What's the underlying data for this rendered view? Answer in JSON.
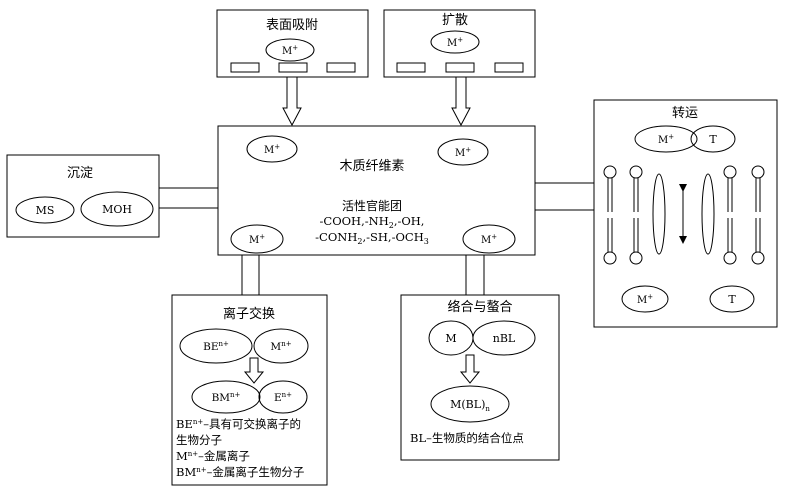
{
  "surface_adsorption": {
    "title": "表面吸附",
    "ion": {
      "base": "M",
      "sup": "+"
    }
  },
  "diffusion": {
    "title": "扩散",
    "ion": {
      "base": "M",
      "sup": "+"
    }
  },
  "precipitation": {
    "title": "沉淀",
    "ms": "MS",
    "moh": "MOH"
  },
  "center": {
    "title": "木质纤维素",
    "ion": {
      "base": "M",
      "sup": "+"
    },
    "active_groups_title": "活性官能团",
    "groups_line1": {
      "a": "-COOH,-NH",
      "b": "2",
      "c": ",-OH,"
    },
    "groups_line2": {
      "a": "-CONH",
      "b": "2",
      "c": ",-SH,-OCH",
      "d": "3"
    }
  },
  "transport": {
    "title": "转运",
    "ion": {
      "base": "M",
      "sup": "+"
    },
    "t": "T"
  },
  "ion_exchange": {
    "title": "离子交换",
    "be": {
      "base": "BE",
      "sup": "n+"
    },
    "mn": {
      "base": "M",
      "sup": "n+"
    },
    "bm": {
      "base": "BM",
      "sup": "n+"
    },
    "en": {
      "base": "E",
      "sup": "n+"
    },
    "legend": [
      {
        "base": "BE",
        "sup": "n+",
        "rest": "–具有可交换离子的"
      },
      {
        "base": "",
        "sup": "",
        "rest": "生物分子"
      },
      {
        "base": "M",
        "sup": "n+",
        "rest": "–金属离子"
      },
      {
        "base": "BM",
        "sup": "n+",
        "rest": "–金属离子生物分子"
      }
    ]
  },
  "complexation": {
    "title": "络合与螯合",
    "m": "M",
    "nbl": "nBL",
    "mbl": {
      "base": "M(BL)",
      "sub": "n"
    },
    "legend": "BL–生物质的结合位点"
  },
  "colors": {
    "line": "#000000",
    "background": "#ffffff"
  }
}
